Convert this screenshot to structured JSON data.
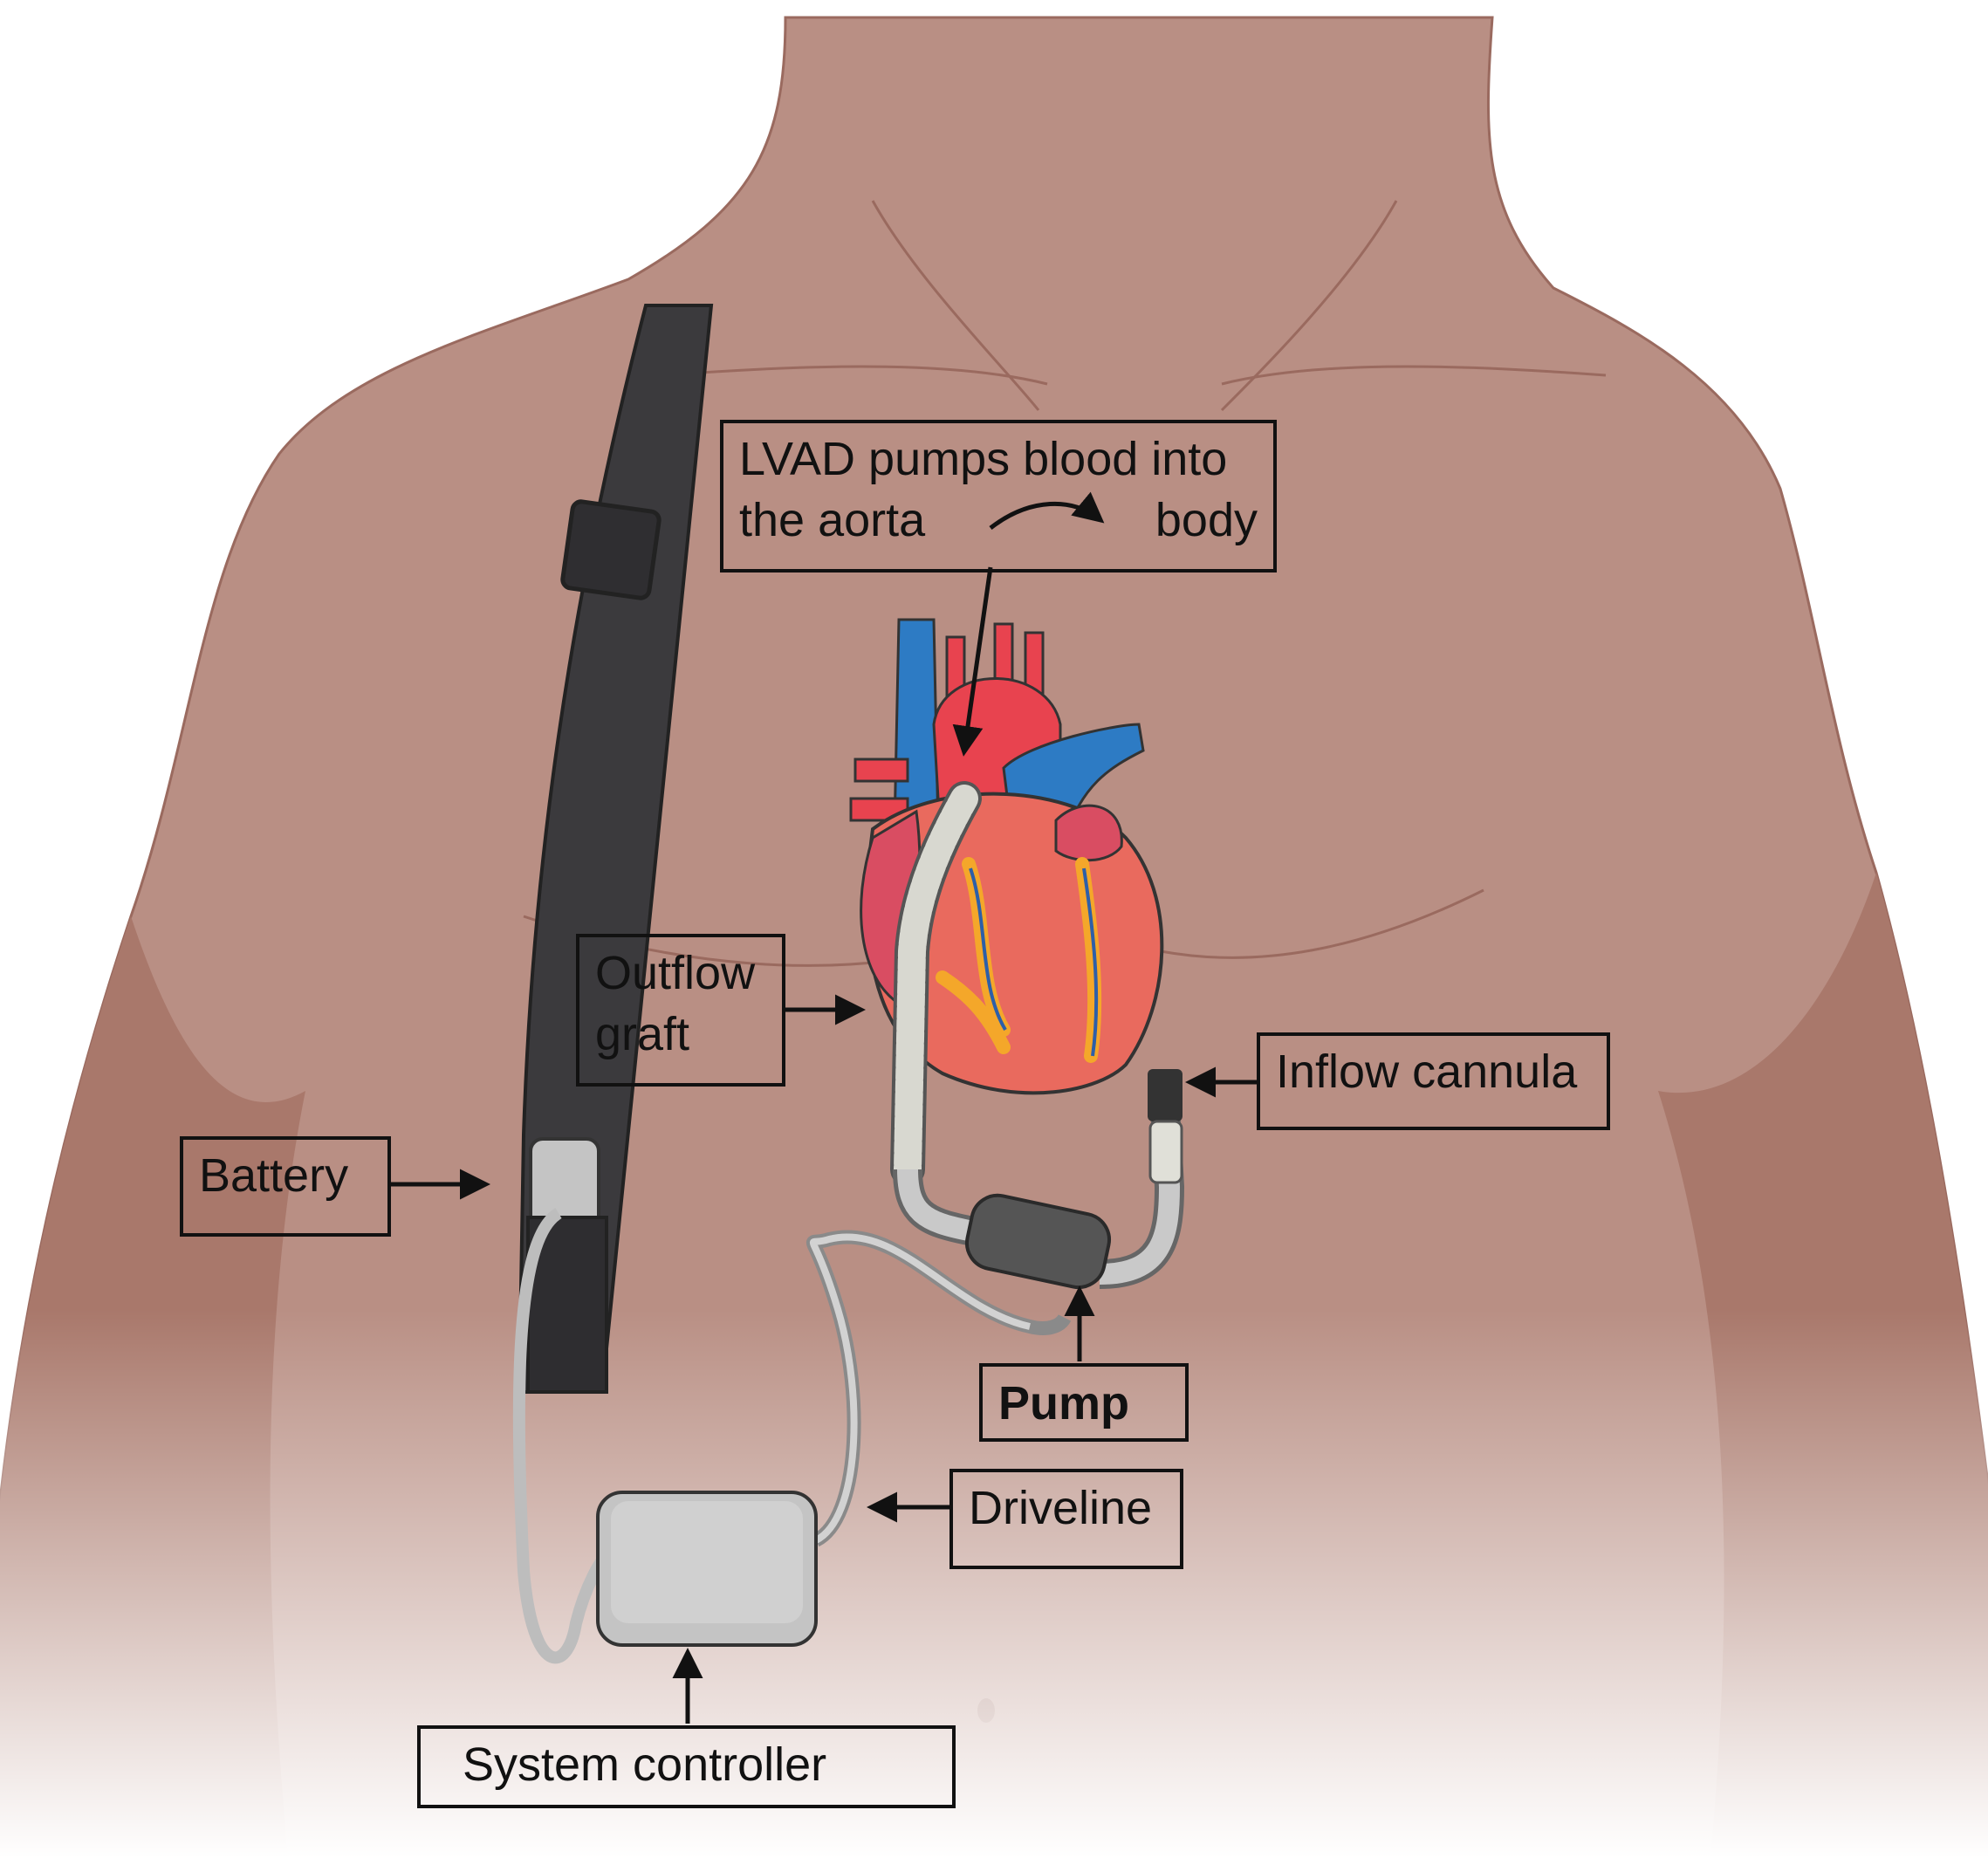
{
  "colors": {
    "skin": "#b98f84",
    "skin_shadow": "#a9786b",
    "skin_outline": "#9a6a5f",
    "strap": "#3b3a3d",
    "device_gray": "#c4c4c4",
    "label_border": "#111111",
    "artery_red": "#e8434f",
    "vein_blue": "#2d7bc4",
    "fat_yellow": "#f4a72a",
    "heart_body": "#e96a5e"
  },
  "labels": {
    "lvad_line1": "LVAD pumps blood into",
    "lvad_line2_left": "the aorta",
    "lvad_line2_right": "body",
    "outflow_line1": "Outflow",
    "outflow_line2": "graft",
    "inflow": "Inflow cannula",
    "battery": "Battery",
    "pump": "Pump",
    "driveline": "Driveline",
    "controller": "System controller"
  },
  "icons": {
    "heart": "heart-icon",
    "battery_pack": "battery-pack-icon",
    "controller": "controller-box-icon",
    "strap": "shoulder-strap-icon"
  }
}
